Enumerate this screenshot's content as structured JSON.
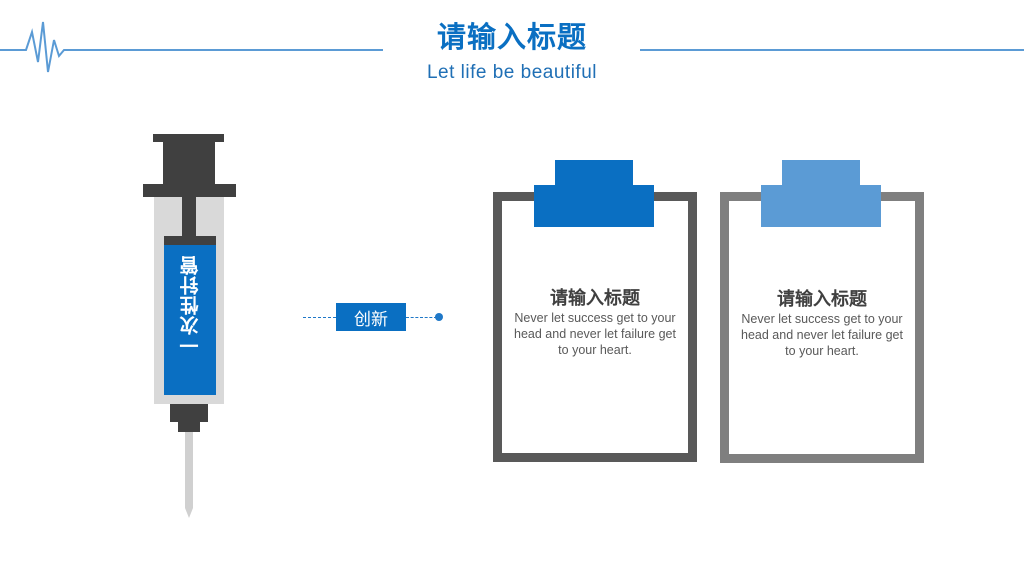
{
  "header": {
    "title": "请输入标题",
    "subtitle": "Let life be beautiful"
  },
  "syringe": {
    "label": "一次性针管"
  },
  "connector": {
    "label": "创新"
  },
  "cards": [
    {
      "title": "请输入标题",
      "text": "Never let success get to your head and never let failure get to your heart."
    },
    {
      "title": "请输入标题",
      "text": "Never let success get to your head and never let failure get to your heart."
    }
  ],
  "colors": {
    "primary": "#0a6fc2",
    "light_blue": "#5b9bd5",
    "dark_gray": "#595959",
    "mid_gray": "#7f7f7f",
    "syringe_dark": "#404040",
    "barrel_gray": "#d9d9d9"
  }
}
